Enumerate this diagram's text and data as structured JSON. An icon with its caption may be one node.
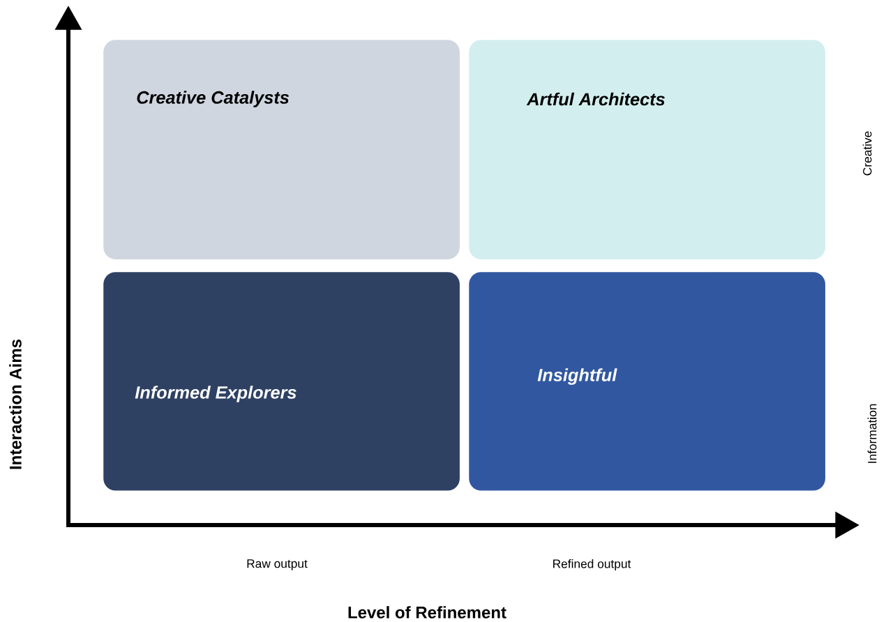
{
  "diagram": {
    "nodes": [
      {
        "text": [
          "Creative Catalysts"
        ]
      },
      {
        "text": [
          "Artful Architects"
        ]
      },
      {
        "text": [
          "Informed Explorers"
        ]
      },
      {
        "text": [
          "Insightful"
        ]
      }
    ],
    "labels": [
      "Creative",
      "Interaction Aims",
      "Information",
      "Raw output",
      "Refined output",
      "Level of Refinement"
    ]
  }
}
